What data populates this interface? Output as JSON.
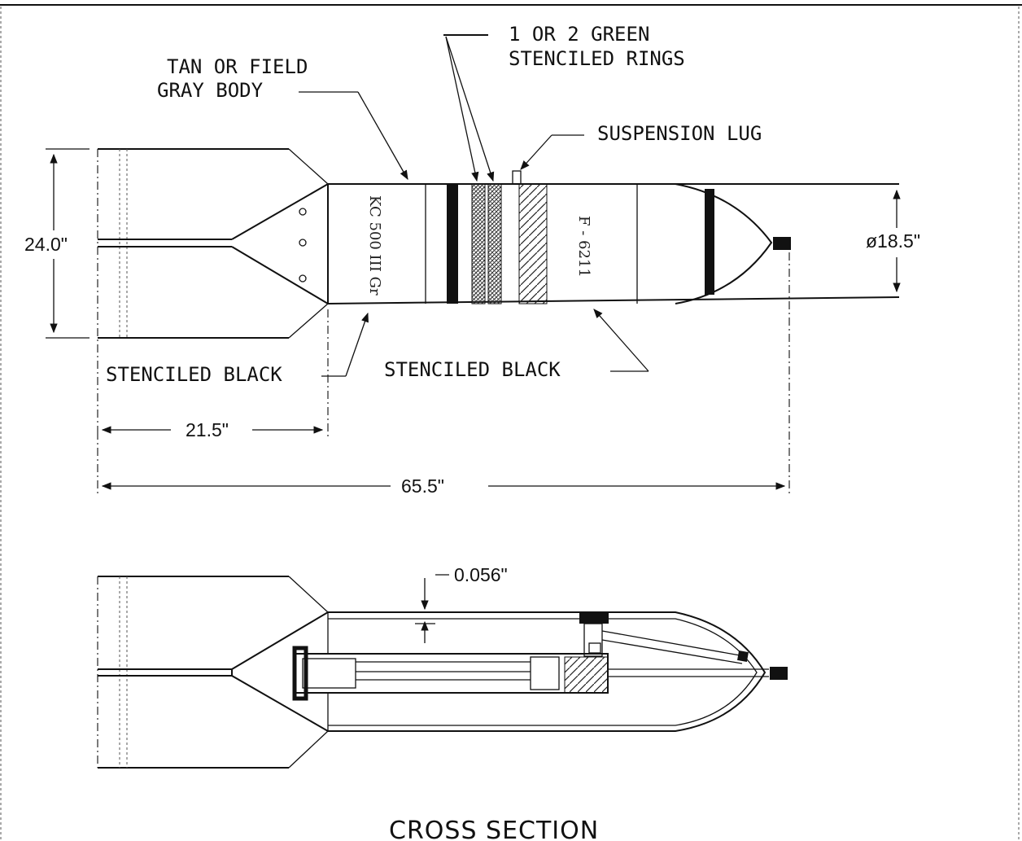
{
  "labels": {
    "green_rings": [
      "1 OR 2 GREEN",
      "STENCILED RINGS"
    ],
    "body_color": [
      "TAN OR FIELD",
      "GRAY BODY"
    ],
    "suspension_lug": "SUSPENSION LUG",
    "stenciled_black_left": "STENCILED BLACK",
    "stenciled_black_right": "STENCILED BLACK",
    "cross_section": "CROSS SECTION"
  },
  "stencils": {
    "body_marking": "KC 500 III Gr",
    "body_marking_2": "F - 6211"
  },
  "dimensions": {
    "fin_span": "24.0\"",
    "body_diameter": "ø18.5\"",
    "tail_length": "21.5\"",
    "overall_length": "65.5\"",
    "wall_thickness": "0.056\""
  },
  "colors": {
    "ink": "#111111",
    "paper": "#ffffff"
  }
}
